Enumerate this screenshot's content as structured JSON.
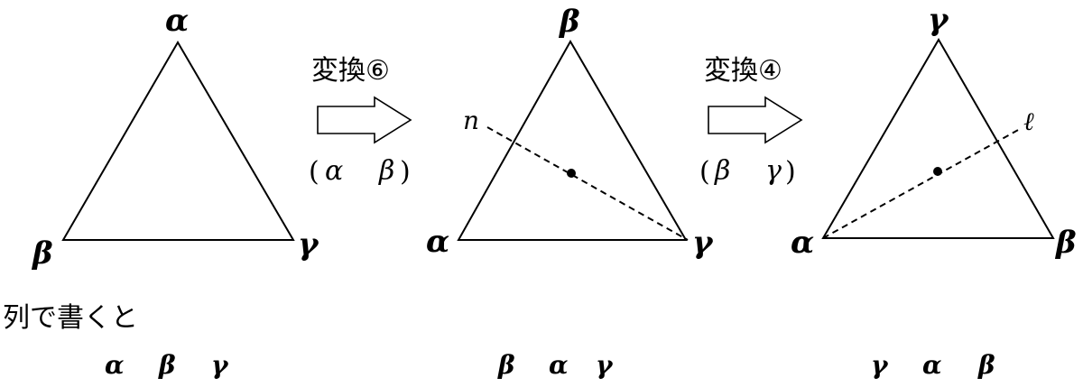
{
  "triangles": [
    {
      "top": "α",
      "left": "β",
      "right": "γ"
    },
    {
      "top": "β",
      "left": "α",
      "right": "γ",
      "axis_label": "n"
    },
    {
      "top": "γ",
      "left": "α",
      "right": "β",
      "axis_label": "ℓ"
    }
  ],
  "transforms": [
    {
      "name": "変換⑥",
      "open": "(",
      "a": "α",
      "b": "β",
      "close": ")"
    },
    {
      "name": "変換④",
      "open": "(",
      "a": "β",
      "b": "γ",
      "close": ")"
    }
  ],
  "caption": "列で書くと",
  "rows": [
    {
      "c1": "α",
      "c2": "β",
      "c3": "γ"
    },
    {
      "c1": "β",
      "c2": "α",
      "c3": "γ"
    },
    {
      "c1": "γ",
      "c2": "α",
      "c3": "β"
    }
  ]
}
